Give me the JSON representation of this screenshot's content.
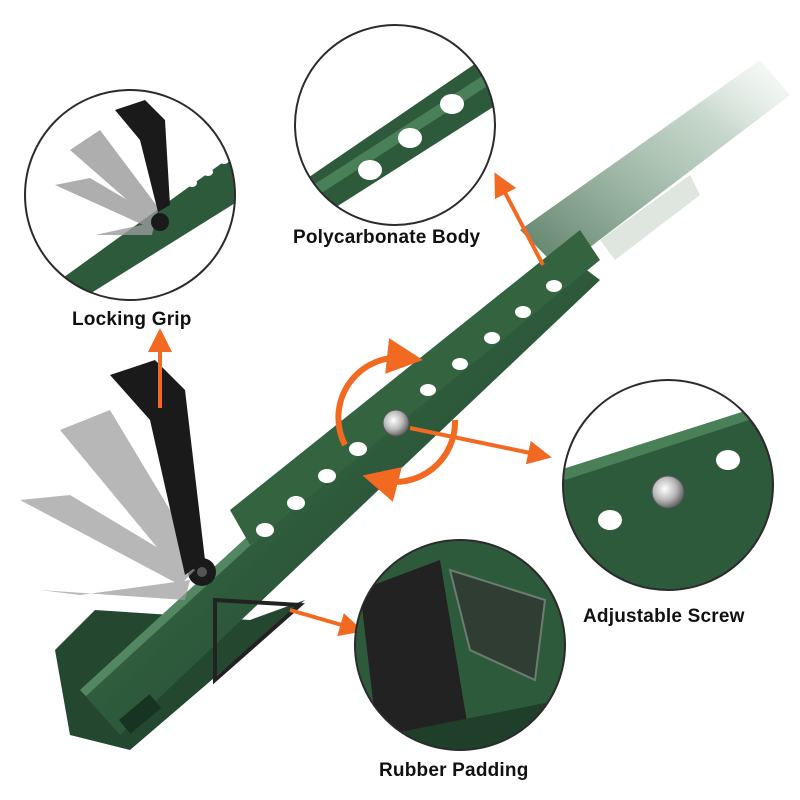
{
  "labels": {
    "polycarbonate_body": "Polycarbonate Body",
    "locking_grip": "Locking Grip",
    "adjustable_screw": "Adjustable Screw",
    "rubber_padding": "Rubber Padding"
  },
  "colors": {
    "body_green": "#2e5a3c",
    "body_green_dark": "#1f3f2a",
    "body_green_light": "#4f8a5f",
    "arrow_orange": "#f26a21",
    "callout_border": "#2b2b2b",
    "handle_black": "#1a1a1a",
    "handle_ghost": "#9a9a9a",
    "screw_metal": "#c8c8c8",
    "rubber_black": "#222222"
  }
}
